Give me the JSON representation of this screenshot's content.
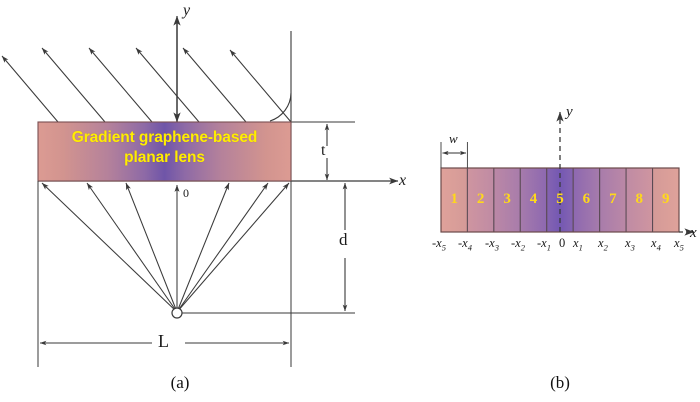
{
  "figure": {
    "panel_a": {
      "caption": "(a)",
      "lens_label_line1": "Gradient graphene-based",
      "lens_label_line2": "planar lens",
      "axis_y": "y",
      "axis_x": "x",
      "origin_label": "0",
      "thickness_label": "t",
      "focal_distance_label": "d",
      "aperture_label": "L"
    },
    "panel_b": {
      "caption": "(b)",
      "axis_y": "y",
      "axis_x": "x",
      "width_label": "w",
      "cells": [
        "1",
        "2",
        "3",
        "4",
        "5",
        "6",
        "7",
        "8",
        "9"
      ],
      "tick_labels": [
        "-x5",
        "-x4",
        "-x3",
        "-x2",
        "-x1",
        "0",
        "x1",
        "x2",
        "x3",
        "x4",
        "x5"
      ],
      "tick_labels_display": {
        "t0": {
          "sign": "-",
          "base": "x",
          "sub": "5"
        },
        "t1": {
          "sign": "-",
          "base": "x",
          "sub": "4"
        },
        "t2": {
          "sign": "-",
          "base": "x",
          "sub": "3"
        },
        "t3": {
          "sign": "-",
          "base": "x",
          "sub": "2"
        },
        "t4": {
          "sign": "-",
          "base": "x",
          "sub": "1"
        },
        "t5": {
          "sign": "",
          "base": "0",
          "sub": ""
        },
        "t6": {
          "sign": "",
          "base": "x",
          "sub": "1"
        },
        "t7": {
          "sign": "",
          "base": "x",
          "sub": "2"
        },
        "t8": {
          "sign": "",
          "base": "x",
          "sub": "3"
        },
        "t9": {
          "sign": "",
          "base": "x",
          "sub": "4"
        },
        "t10": {
          "sign": "",
          "base": "x",
          "sub": "5"
        }
      }
    },
    "colors": {
      "lens_edge": "#dd9a92",
      "lens_center": "#6b4fa0",
      "text_yellow": "#ffee00",
      "cell_number_yellow": "#ffd91a",
      "line": "#3a3a3a",
      "background": "#ffffff"
    }
  }
}
